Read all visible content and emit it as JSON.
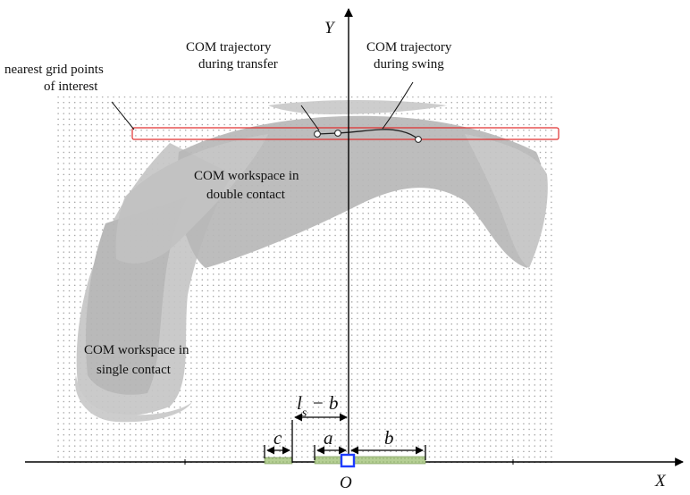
{
  "labels": {
    "nearest_grid_line1": "nearest grid points",
    "nearest_grid_line2": "of interest",
    "com_transfer_line1": "COM trajectory",
    "com_transfer_line2": "during transfer",
    "com_swing_line1": "COM trajectory",
    "com_swing_line2": "during swing",
    "double_contact_line1": "COM workspace in",
    "double_contact_line2": "double contact",
    "single_contact_line1": "COM workspace in",
    "single_contact_line2": "single contact"
  },
  "axes": {
    "x_label": "X",
    "y_label": "Y",
    "origin_label": "O"
  },
  "dimensions": {
    "ls_minus_b_l": "l",
    "ls_minus_b_sub": "s",
    "ls_minus_b_rest": " − b",
    "a": "a",
    "b": "b",
    "c": "c"
  },
  "colors": {
    "workspace_gray": "#bdbdbd",
    "grid_dot": "#9a9a9a",
    "roi_box": "#e03030",
    "foot_green": "#b5cf94",
    "origin_box": "#1e3cff"
  }
}
